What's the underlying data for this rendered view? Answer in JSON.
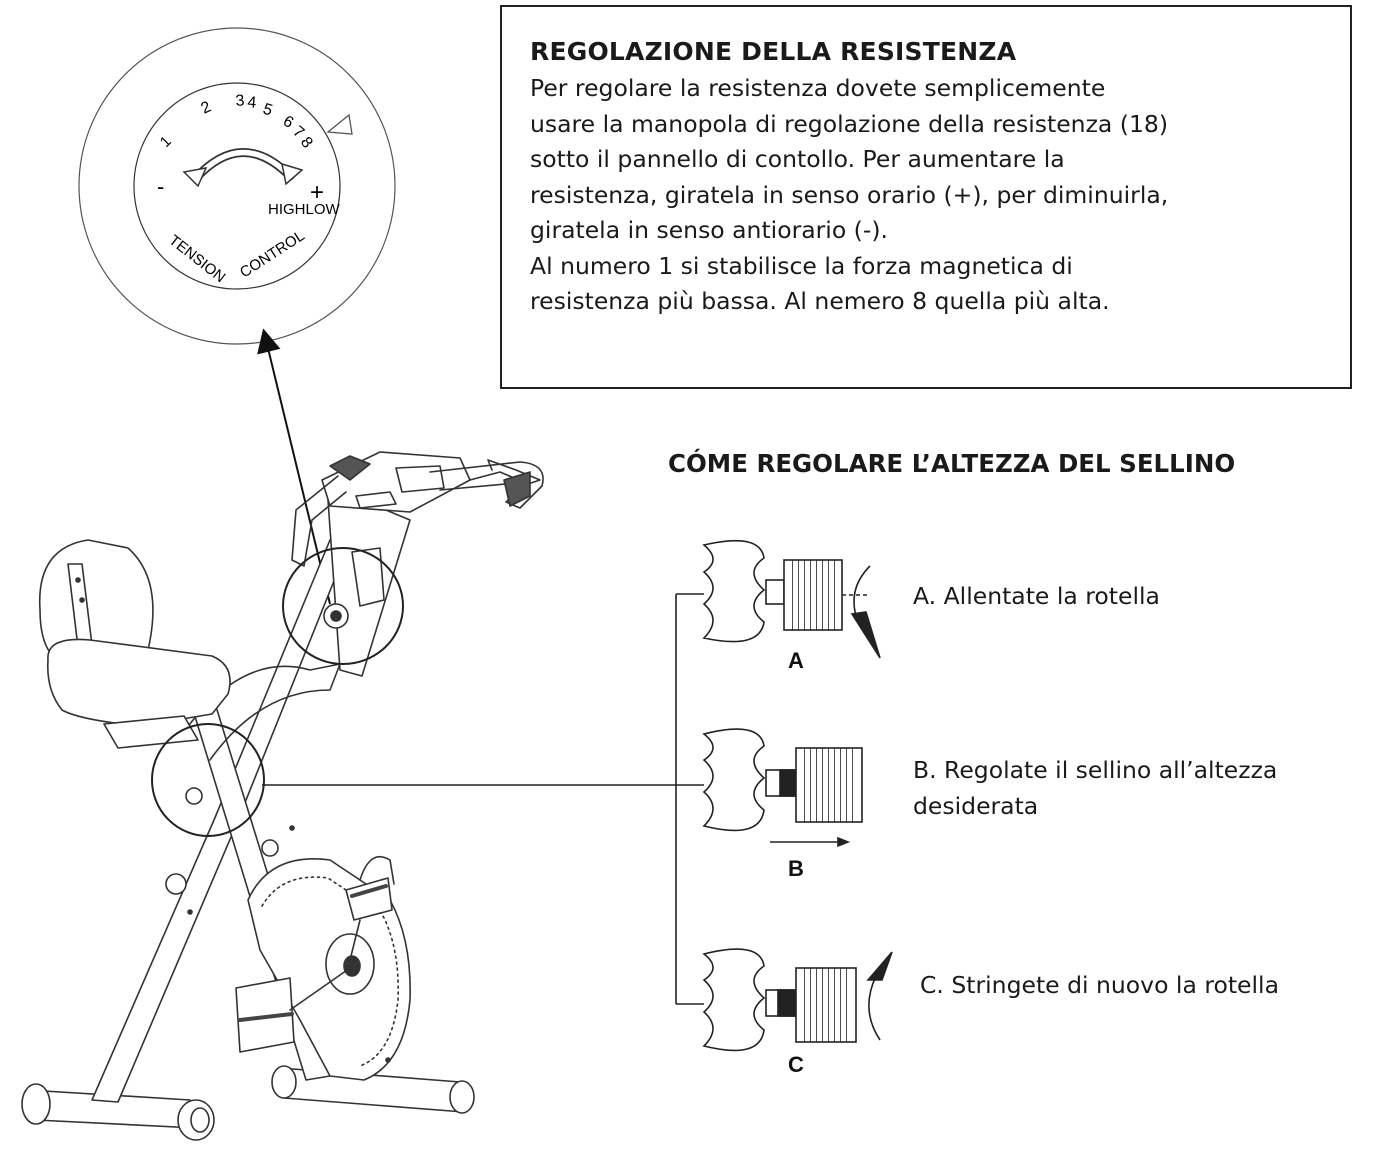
{
  "resistance": {
    "title": "REGOLAZIONE DELLA RESISTENZA",
    "body": "Per regolare la resistenza dovete semplicemente\nusare la manopola di regolazione della resistenza (18)\nsotto il pannello di contollo. Per aumentare la\nresistenza, giratela in senso orario (+), per diminuirla,\ngiratela in senso antiorario (-).\nAl numero 1 si stabilisce la forza magnetica di\nresistenza più bassa. Al nemero 8 quella più alta."
  },
  "dial": {
    "levels": [
      "1",
      "2",
      "3",
      "4",
      "5",
      "6",
      "7",
      "8"
    ],
    "minus": "-",
    "plus": "+",
    "high_low": "HIGHLOW",
    "caption_left": "TENSION",
    "caption_right": "CONTROL"
  },
  "saddle": {
    "title": "CÓME REGOLARE L’ALTEZZA DEL SELLINO",
    "steps": [
      {
        "letter": "A",
        "text": "A. Allentate la rotella"
      },
      {
        "letter": "B",
        "text": "B. Regolate il sellino all’altezza\ndesiderata"
      },
      {
        "letter": "C",
        "text": "C. Stringete di nuovo la rotella"
      }
    ]
  }
}
